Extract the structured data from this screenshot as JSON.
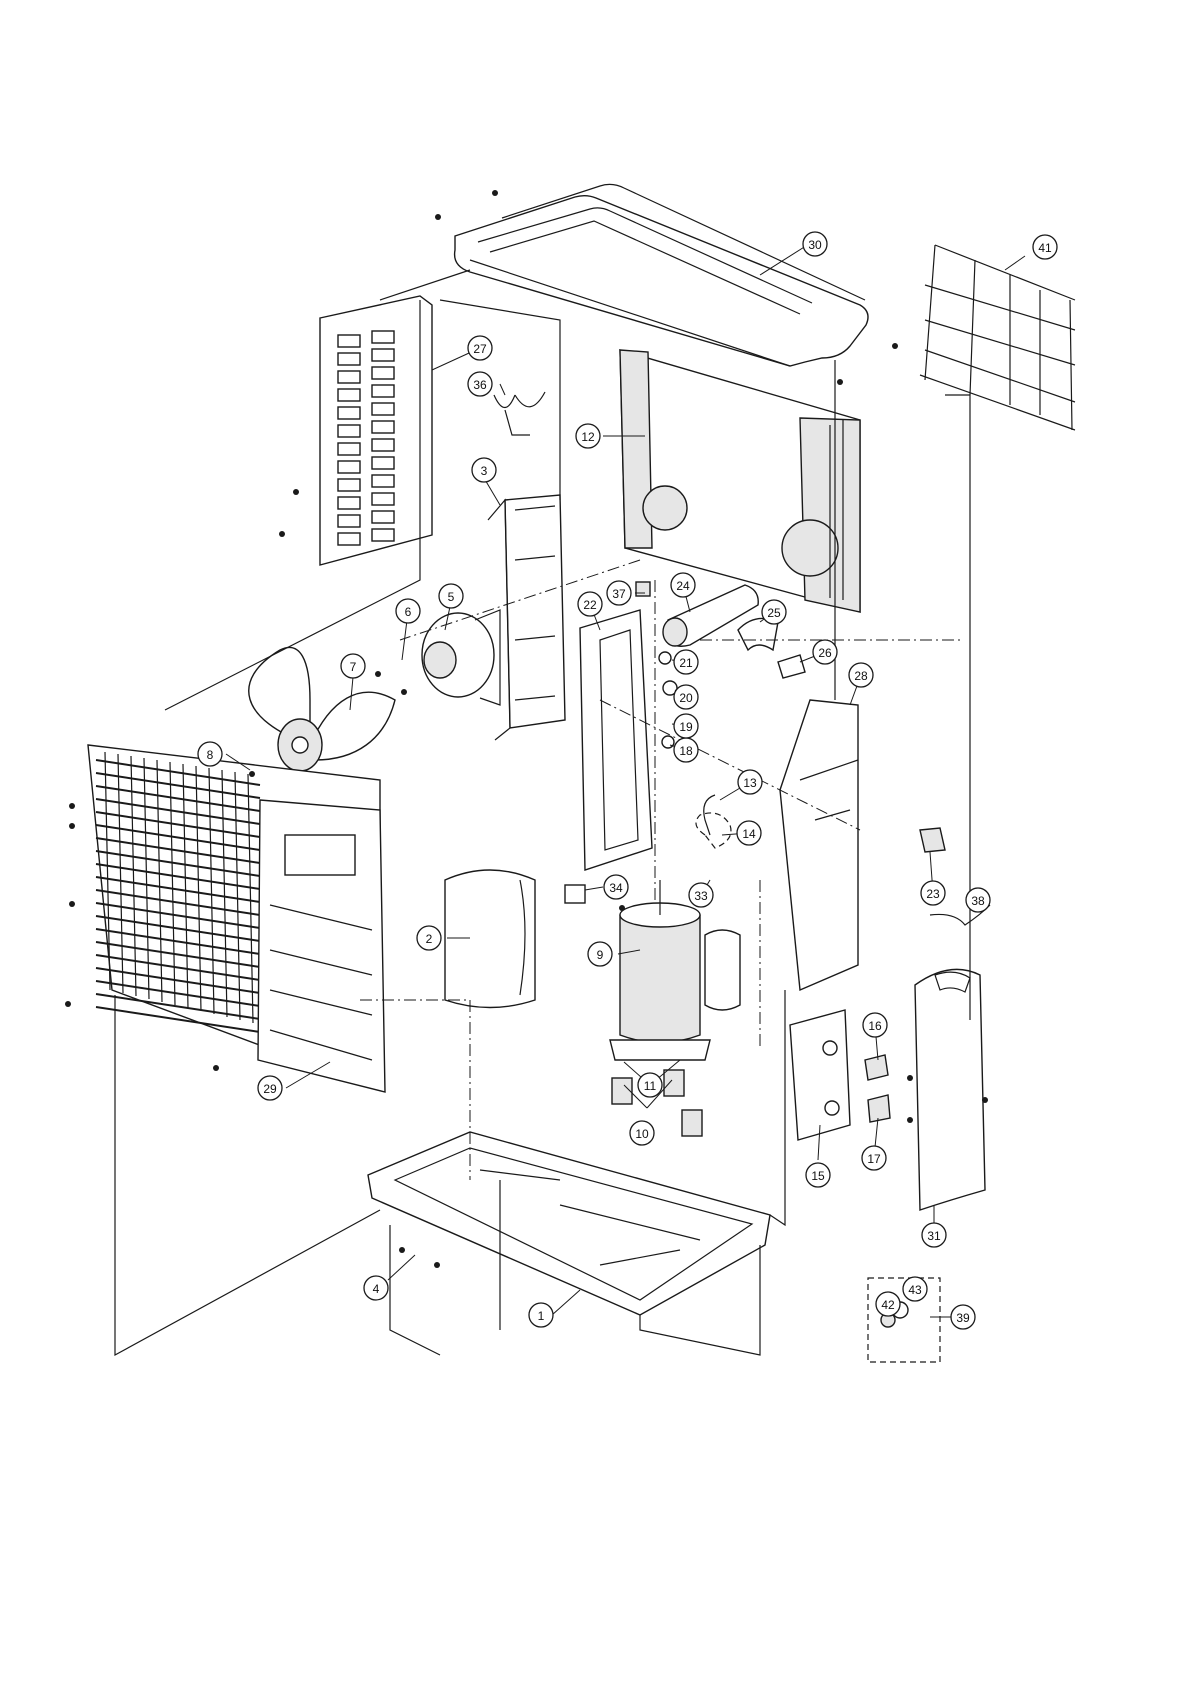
{
  "parts": [
    {
      "id": "part-1",
      "label": "1"
    },
    {
      "id": "part-2",
      "label": "2"
    },
    {
      "id": "part-3",
      "label": "3"
    },
    {
      "id": "part-4",
      "label": "4"
    },
    {
      "id": "part-5",
      "label": "5"
    },
    {
      "id": "part-6",
      "label": "6"
    },
    {
      "id": "part-7",
      "label": "7"
    },
    {
      "id": "part-8",
      "label": "8"
    },
    {
      "id": "part-9",
      "label": "9"
    },
    {
      "id": "part-10",
      "label": "10"
    },
    {
      "id": "part-11",
      "label": "11"
    },
    {
      "id": "part-12",
      "label": "12"
    },
    {
      "id": "part-13",
      "label": "13"
    },
    {
      "id": "part-14",
      "label": "14"
    },
    {
      "id": "part-15",
      "label": "15"
    },
    {
      "id": "part-16",
      "label": "16"
    },
    {
      "id": "part-17",
      "label": "17"
    },
    {
      "id": "part-18",
      "label": "18"
    },
    {
      "id": "part-19",
      "label": "19"
    },
    {
      "id": "part-20",
      "label": "20"
    },
    {
      "id": "part-21",
      "label": "21"
    },
    {
      "id": "part-22",
      "label": "22"
    },
    {
      "id": "part-23",
      "label": "23"
    },
    {
      "id": "part-24",
      "label": "24"
    },
    {
      "id": "part-25",
      "label": "25"
    },
    {
      "id": "part-26",
      "label": "26"
    },
    {
      "id": "part-27",
      "label": "27"
    },
    {
      "id": "part-28",
      "label": "28"
    },
    {
      "id": "part-29",
      "label": "29"
    },
    {
      "id": "part-30",
      "label": "30"
    },
    {
      "id": "part-31",
      "label": "31"
    },
    {
      "id": "part-33",
      "label": "33"
    },
    {
      "id": "part-34",
      "label": "34"
    },
    {
      "id": "part-36",
      "label": "36"
    },
    {
      "id": "part-37",
      "label": "37"
    },
    {
      "id": "part-38",
      "label": "38"
    },
    {
      "id": "part-39",
      "label": "39"
    },
    {
      "id": "part-41",
      "label": "41"
    },
    {
      "id": "part-42",
      "label": "42"
    },
    {
      "id": "part-43",
      "label": "43"
    }
  ]
}
